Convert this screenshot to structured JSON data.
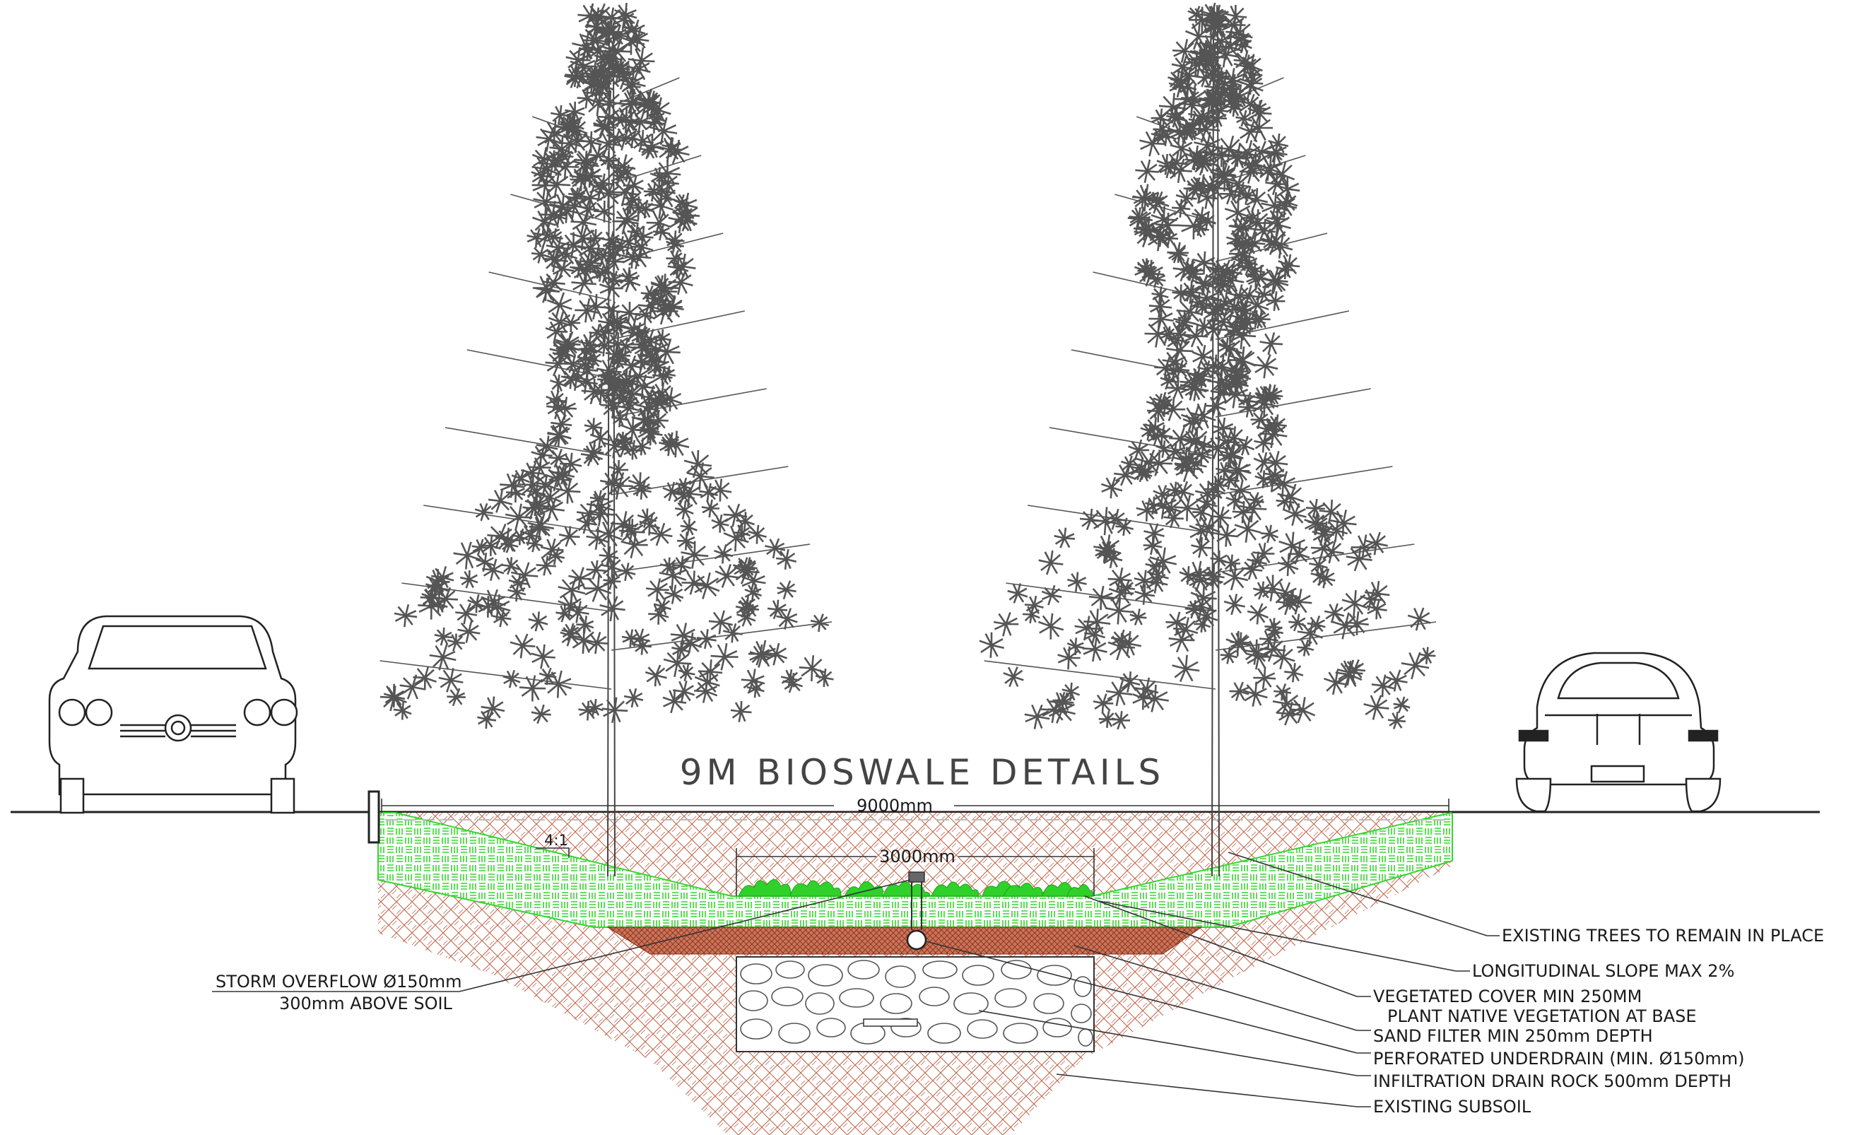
{
  "title": "9M BIOSWALE DETAILS",
  "dimensions": {
    "overall": "9000mm",
    "base": "3000mm",
    "slope": "4:1"
  },
  "labels": {
    "storm_overflow_1": "STORM OVERFLOW Ø150mm",
    "storm_overflow_2": "300mm ABOVE SOIL",
    "existing_trees": "EXISTING TREES TO REMAIN IN PLACE",
    "longitudinal_slope": "LONGITUDINAL SLOPE MAX 2%",
    "vegetated_cover_1": "VEGETATED COVER MIN 250MM",
    "vegetated_cover_2": "PLANT NATIVE VEGETATION AT BASE",
    "sand_filter": "SAND FILTER MIN 250mm DEPTH",
    "perforated_underdrain": "PERFORATED UNDERDRAIN (MIN. Ø150mm)",
    "infiltration_rock": "INFILTRATION DRAIN ROCK 500mm DEPTH",
    "existing_subsoil": "EXISTING SUBSOIL"
  },
  "colors": {
    "vegetation": "#35d62e",
    "subsoil": "#b2523a",
    "sand": "#a33a22",
    "tree": "#555555",
    "line": "#1a1a1a"
  }
}
